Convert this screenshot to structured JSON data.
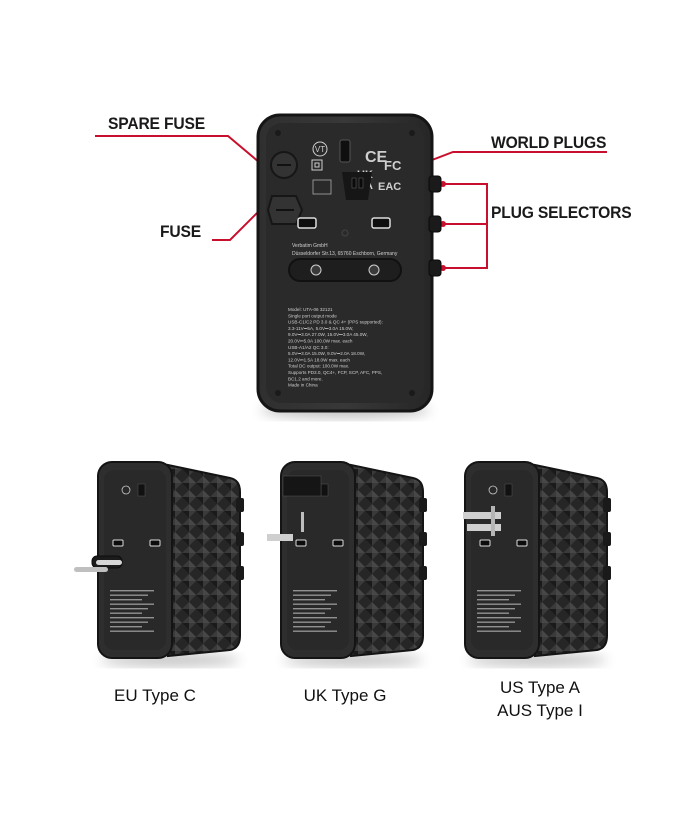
{
  "callouts": {
    "spare_fuse": "SPARE FUSE",
    "fuse": "FUSE",
    "world_plugs": "WORLD PLUGS",
    "plug_selectors": "PLUG SELECTORS"
  },
  "device_print": {
    "brand_badge": "VT",
    "ce_mark": "CE",
    "fc_mark": "FC",
    "ukca_line1": "UK",
    "ukca_line2": "CA",
    "eac_mark": "EAC",
    "company": "Verbatim GmbH",
    "address": "Düsseldorfer Str.13, 65760 Eschborn, Germany",
    "spec_lines": [
      "Model: UTA-06 32121",
      "Single port output mode",
      "USB-C1/C2 PD 3.0 & QC 4+ (PPS supported):",
      "3.3-11V⎓5A, 5.0V⎓3.0A 15.0W,",
      "9.0V⎓3.0A 27.0W, 15.0V⎓3.0A 45.0W,",
      "20.0V⎓5.0A 100.0W max. each",
      "USB-A1/A2 QC 3.0:",
      "5.0V⎓3.0A 15.0W, 9.0V⎓2.0A 18.0W,",
      "12.0V⎓1.5A 18.0W max. each",
      "Total DC output: 100.0W max.",
      "Supports PD3.0, QC4+, FCP, SCP, AFC, PPS,",
      "BC1.2 and more.",
      "Made in China"
    ]
  },
  "variants": [
    {
      "caption_lines": [
        "EU Type C"
      ]
    },
    {
      "caption_lines": [
        "UK Type G"
      ]
    },
    {
      "caption_lines": [
        "US Type A",
        "AUS Type I"
      ]
    }
  ],
  "colors": {
    "callout_line": "#c8102e",
    "device_body": "#2b2b2b",
    "device_shade": "#1c1c1c",
    "panel_text": "#d0d0d0"
  }
}
